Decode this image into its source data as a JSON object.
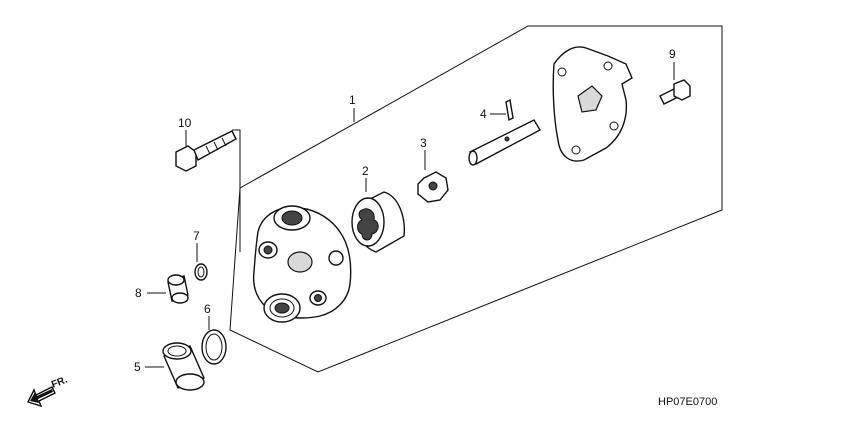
{
  "diagram": {
    "callouts": [
      {
        "id": "1",
        "text": "1"
      },
      {
        "id": "2",
        "text": "2"
      },
      {
        "id": "3",
        "text": "3"
      },
      {
        "id": "4",
        "text": "4"
      },
      {
        "id": "5",
        "text": "5"
      },
      {
        "id": "6",
        "text": "6"
      },
      {
        "id": "7",
        "text": "7"
      },
      {
        "id": "8",
        "text": "8"
      },
      {
        "id": "9",
        "text": "9"
      },
      {
        "id": "10",
        "text": "10"
      }
    ],
    "direction_label": "FR.",
    "diagram_code": "HP07E0700"
  }
}
